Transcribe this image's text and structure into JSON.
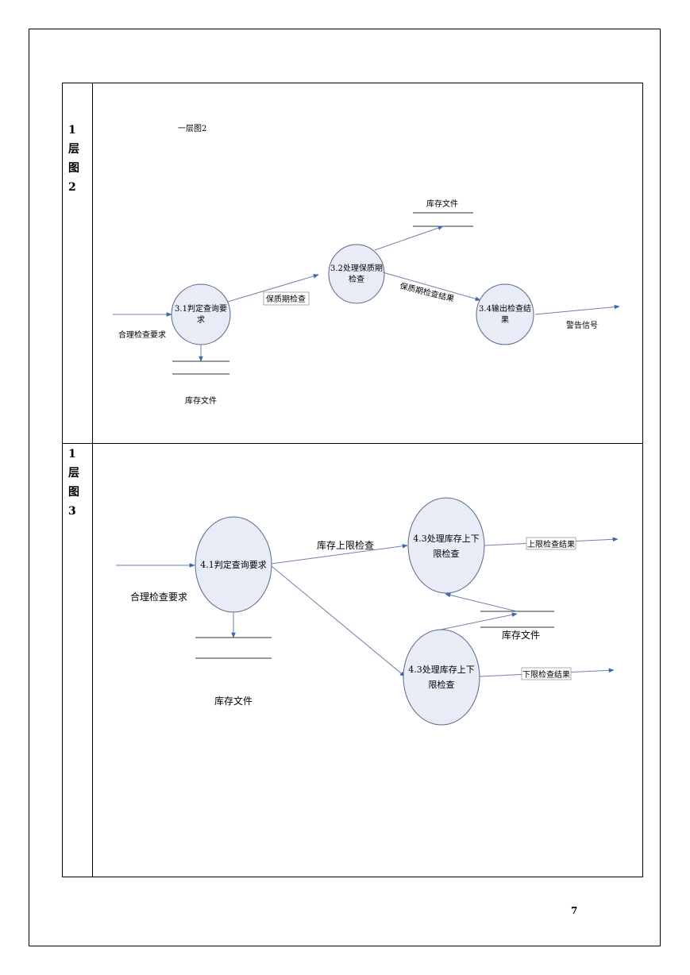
{
  "page_number": "7",
  "rows": [
    {
      "label_chars": [
        "1",
        "层",
        "图",
        "2"
      ],
      "diagram_title": "一层图2",
      "nodes": {
        "n31": [
          "3.1判定查询要",
          "求"
        ],
        "n32": [
          "3.2处理保质期",
          "检查"
        ],
        "n34": [
          "3.4输出检查结",
          "果"
        ]
      },
      "stores": {
        "top": "库存文件",
        "bottom": "库存文件"
      },
      "flows": {
        "input": "合理检查要求",
        "shelf_check": "保质期检查",
        "shelf_result": "保质期检查结果",
        "warning": "警告信号"
      }
    },
    {
      "label_chars": [
        "1",
        "层",
        "图",
        "3"
      ],
      "nodes": {
        "n41": [
          "4.1判定查询要求"
        ],
        "n43a": [
          "4.3处理库存上下",
          "限检查"
        ],
        "n43b": [
          "4.3处理库存上下",
          "限检查"
        ]
      },
      "stores": {
        "right": "库存文件",
        "bottom": "库存文件"
      },
      "flows": {
        "input": "合理检查要求",
        "upper_check": "库存上限检查",
        "upper_result": "上限检查结果",
        "lower_result": "下限检查结果"
      }
    }
  ]
}
